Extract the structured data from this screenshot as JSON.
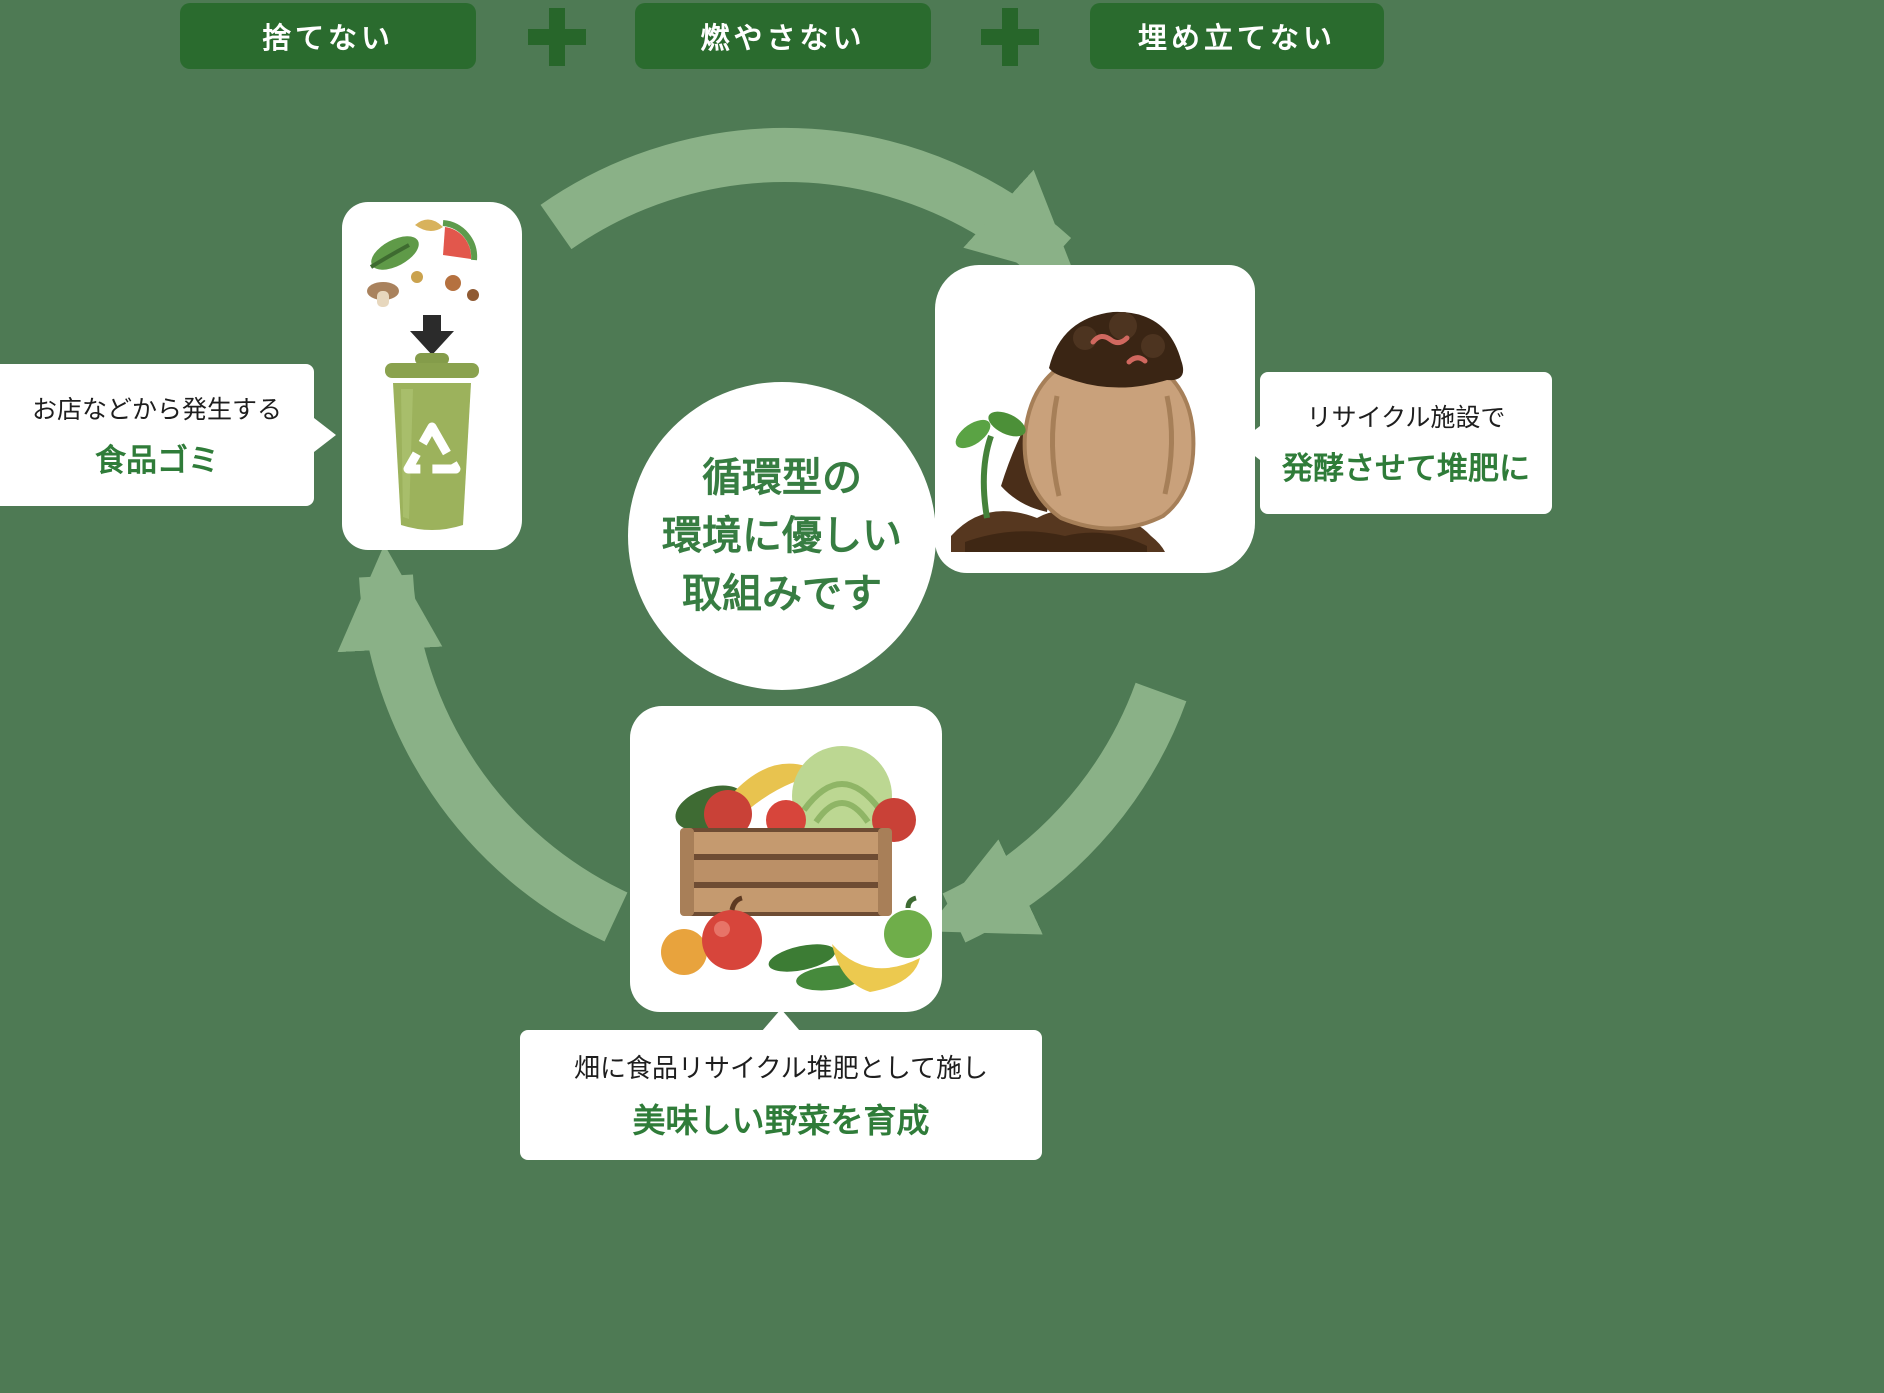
{
  "colors": {
    "background": "#4e7a54",
    "banner_green": "#2a6b2e",
    "plus_green": "#27662a",
    "arrow_green": "#8ab187",
    "callout_accent_green": "#2f7c39",
    "center_text_green": "#377d42"
  },
  "banners": [
    {
      "label": "捨てない"
    },
    {
      "label": "燃やさない"
    },
    {
      "label": "埋め立てない"
    }
  ],
  "center_circle": {
    "line1": "循環型の",
    "line2": "環境に優しい",
    "line3": "取組みです"
  },
  "callouts": {
    "left": {
      "line1": "お店などから発生する",
      "line2": "食品ゴミ"
    },
    "right": {
      "line1": "リサイクル施設で",
      "line2": "発酵させて堆肥に"
    },
    "bottom": {
      "line1": "畑に食品リサイクル堆肥として施し",
      "line2": "美味しい野菜を育成"
    }
  },
  "icons": {
    "plus": "plus-icon",
    "arrows": "cycle-arrows",
    "bin": "food-waste-bin-icon",
    "sack": "compost-sack-icon",
    "crate": "vegetable-crate-icon"
  }
}
